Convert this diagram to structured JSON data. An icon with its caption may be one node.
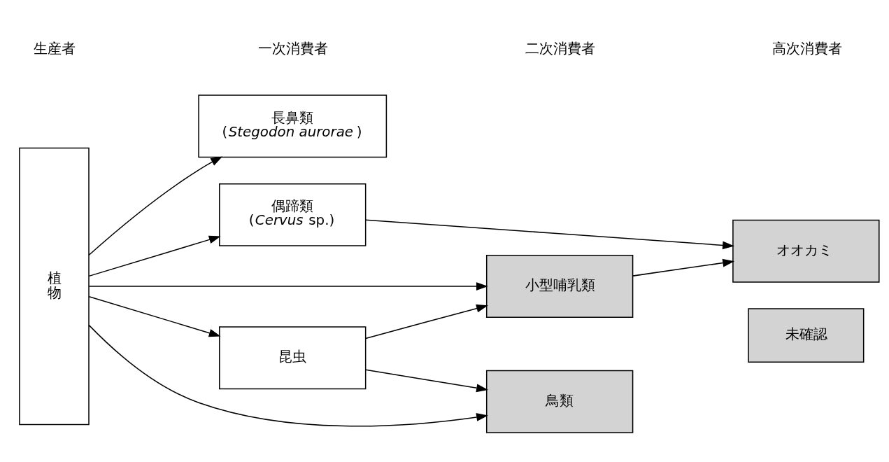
{
  "diagram": {
    "nodes": [
      {
        "text": [
          "植物"
        ]
      },
      {
        "text": [
          "長鼻類",
          "(*Stegodon aurorae*)"
        ]
      },
      {
        "text": [
          "偶蹄類",
          "(*Cervus* sp.)"
        ]
      },
      {
        "text": [
          "昆虫"
        ]
      },
      {
        "text": [
          "小型哺乳類"
        ]
      },
      {
        "text": [
          "鳥類"
        ]
      },
      {
        "text": [
          "オオカミ"
        ]
      }
    ],
    "edges": [
      {
        "from": 0,
        "to": 1,
        "arrow": "to"
      },
      {
        "from": 0,
        "to": 2,
        "arrow": "to"
      },
      {
        "from": 2,
        "to": 6,
        "arrow": "to"
      },
      {
        "from": 0,
        "to": 4,
        "arrow": "to"
      },
      {
        "from": 4,
        "to": 6,
        "arrow": "to"
      },
      {
        "from": 0,
        "to": 3,
        "arrow": "to"
      },
      {
        "from": 3,
        "to": 4,
        "arrow": "to"
      },
      {
        "from": 3,
        "to": 5,
        "arrow": "to"
      },
      {
        "from": 0,
        "to": 5,
        "arrow": "to"
      }
    ],
    "labels": [
      "生産者",
      "一次消費者",
      "二次消費者",
      "高次消費者"
    ],
    "legend": [
      {
        "text": "未確認",
        "color": "#d3d3d3"
      }
    ]
  }
}
